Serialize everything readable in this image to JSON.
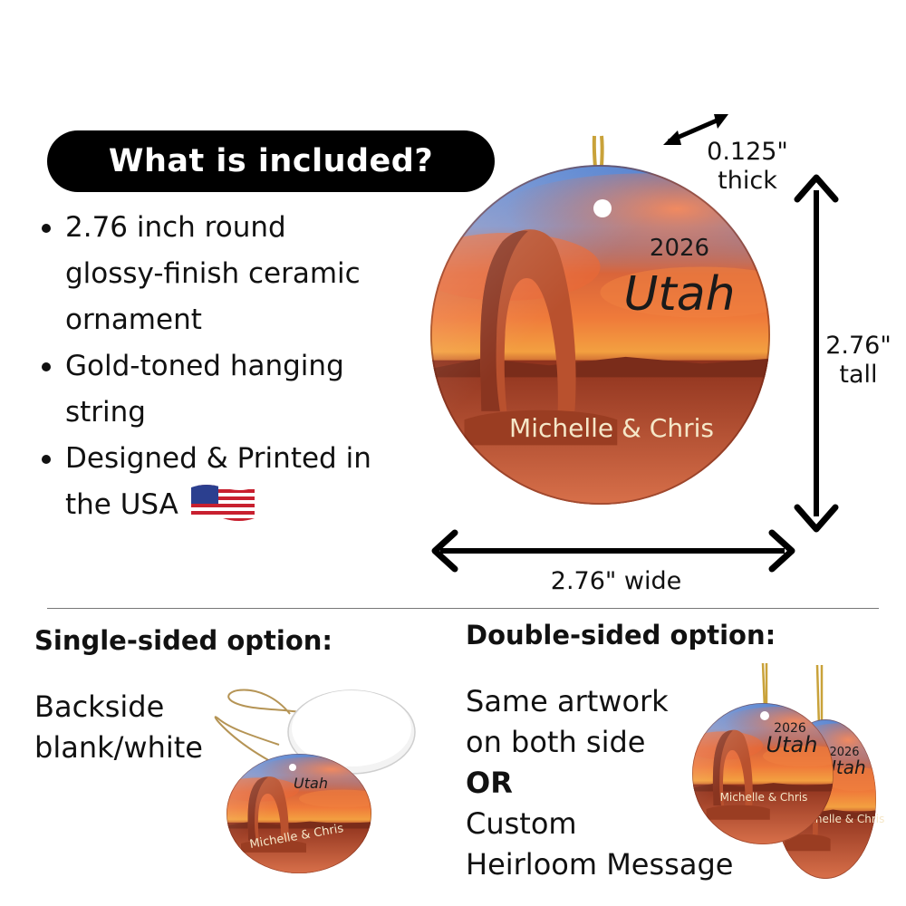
{
  "header": {
    "title": "What is included?"
  },
  "features": [
    {
      "text": "2.76 inch round glossy-finish ceramic ornament"
    },
    {
      "text": "Gold-toned hanging string"
    },
    {
      "text": "Designed & Printed in the USA"
    }
  ],
  "flag_icon": "us-flag-icon",
  "ornament": {
    "year": "2026",
    "place": "Utah",
    "names": "Michelle & Chris"
  },
  "dimensions": {
    "thickness_value": "0.125\"",
    "thickness_unit": "thick",
    "height_value": "2.76\"",
    "height_unit": "tall",
    "width": "2.76\" wide"
  },
  "single_sided": {
    "title": "Single-sided option:",
    "line1": "Backside",
    "line2": "blank/white"
  },
  "double_sided": {
    "title": "Double-sided option:",
    "line1": "Same artwork",
    "line2": "on both side",
    "line3": "OR",
    "line4": "Custom",
    "line5": "Heirloom Message"
  },
  "colors": {
    "sky_blue": "#5b8fd6",
    "sunset_orange": "#e0592a",
    "rock_red": "#a53a1e",
    "gold_string": "#c9a23a"
  }
}
